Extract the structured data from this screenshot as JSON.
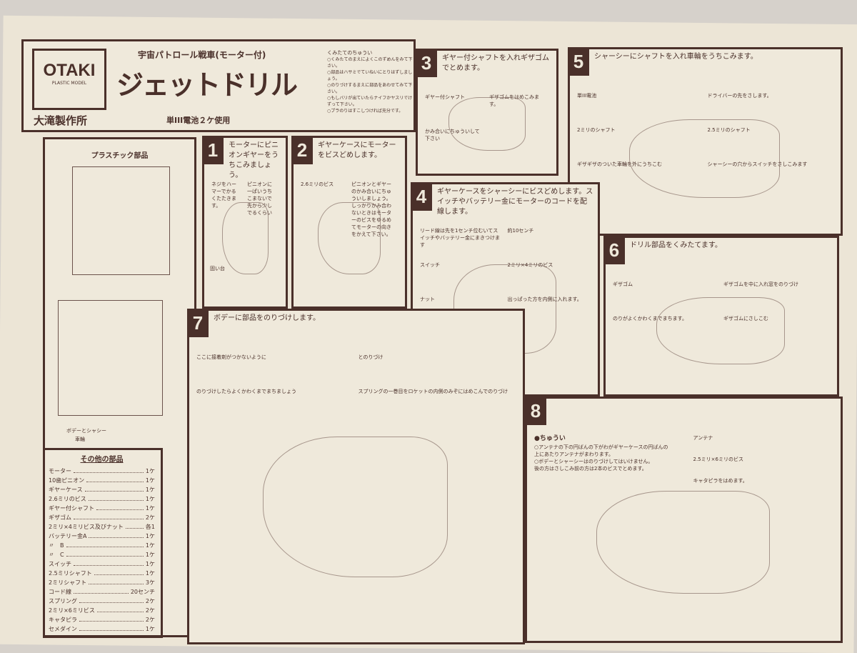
{
  "header": {
    "brand": "OTAKI",
    "brand_sub": "PLASTIC MODEL",
    "maker": "大滝製作所",
    "subtitle": "宇宙パトロール戦車(モーター付)",
    "title": "ジェットドリル",
    "battery": "単III電池２ケ使用",
    "notes_title": "くみたてのちゅうい",
    "notes": [
      "○くみたてのまえによくこのずめんをみて下さい。",
      "○部品はハサミでていねいにとりはずしましょう。",
      "○のりづけするまえに部品をあわせてみて下さい。",
      "○もしバリが出ていたらナイフかヤスリでけずって下さい。",
      "○プラのりはすこしつければ充分です。"
    ]
  },
  "parts": {
    "plastic_title": "プラスチック部品",
    "body_label": "ボデーとシャシー",
    "wheel_label": "車輪",
    "other_title": "その他の部品",
    "other": [
      [
        "モーター",
        "1ケ"
      ],
      [
        "10歯ピニオン",
        "1ケ"
      ],
      [
        "ギヤーケース",
        "1ケ"
      ],
      [
        "2.6ミリのビス",
        "1ケ"
      ],
      [
        "ギヤー付シャフト",
        "1ケ"
      ],
      [
        "ギザゴム",
        "2ケ"
      ],
      [
        "2ミリ×4ミリビス及びナット",
        "各1"
      ],
      [
        "バッテリー金A",
        "1ケ"
      ],
      [
        "〃　B",
        "1ケ"
      ],
      [
        "〃　C",
        "1ケ"
      ],
      [
        "スイッチ",
        "1ケ"
      ],
      [
        "2.5ミリシャフト",
        "1ケ"
      ],
      [
        "2ミリシャフト",
        "3ケ"
      ],
      [
        "コード線",
        "20センチ"
      ],
      [
        "スプリング",
        "2ケ"
      ],
      [
        "2ミリ×6ミリビス",
        "2ケ"
      ],
      [
        "キャタピラ",
        "2ケ"
      ],
      [
        "セメダイン",
        "1ケ"
      ]
    ]
  },
  "steps": [
    {
      "n": "1",
      "text": "モーターにピニオンギヤーをうちこみましょう。",
      "notes": [
        "ネジをハーマーでかるくたたきます。",
        "ピニオンに一ぱいうちこまないで先から少しでるくらい"
      ],
      "foot": "固い台"
    },
    {
      "n": "2",
      "text": "ギヤーケースにモーターをビスどめします。",
      "notes": [
        "2.6ミリのビス",
        "ピニオンとギヤーのかみ合いにちゅういしましょう。しっかりかみ合わないときはモーターのビスをゆるめてモーターの向きをかえて下さい。"
      ]
    },
    {
      "n": "3",
      "text": "ギヤー付シャフトを入れギザゴムでとめます。",
      "notes": [
        "ギヤー付シャフト",
        "ギザゴムをはめこみます。",
        "かみ合いにちゅういして下さい"
      ]
    },
    {
      "n": "4",
      "text": "ギヤーケースをシャーシーにビスどめします。スイッチやバッテリー金にモーターのコードを配線します。",
      "notes": [
        "リード線は先を1センチ位むいてスイッチやバッテリー金にまきつけます",
        "約10センチ",
        "スイッチ",
        "2ミリ×4ミリのビス",
        "ナット",
        "出っぱった方を内側に入れます。"
      ]
    },
    {
      "n": "5",
      "text": "シャーシーにシャフトを入れ車輪をうちこみます。",
      "notes": [
        "単III電池",
        "ドライバーの先をさします。",
        "2ミリのシャフト",
        "2.5ミリのシャフト",
        "ギザギザのついた車輪を外にうちこむ",
        "シャーシーの穴からスイッチをさしこみます"
      ]
    },
    {
      "n": "6",
      "text": "ドリル部品をくみたてます。",
      "notes": [
        "ギザゴム",
        "ギザゴムを中に入れ窓をのりづけ",
        "のりがよくかわくまでまちます。",
        "ギザゴムにさしこむ"
      ]
    },
    {
      "n": "7",
      "text": "ボデーに部品をのりづけします。",
      "notes": [
        "ここに接着剤がつかないように",
        "とのりづけ",
        "のりづけしたらよくかわくまでまちましょう",
        "スプリングの一巻目をロケットの内側のみぞにはめこんでのりづけ"
      ]
    },
    {
      "n": "8",
      "text": "",
      "notes": [
        "アンテナ",
        "2.5ミリ×6ミリのビス",
        "キャタピラをはめます。"
      ],
      "caution_title": "●ちゅうい",
      "caution": [
        "○アンテナの下の円ばんの下がわがギヤーケースの円ばんの上にあたりアンテナがまわります。",
        "○ボデーとシャーシーはのりづけしてはいけません。",
        "後の方はさしこみ前の方は2本のビスでとめます。"
      ]
    }
  ]
}
